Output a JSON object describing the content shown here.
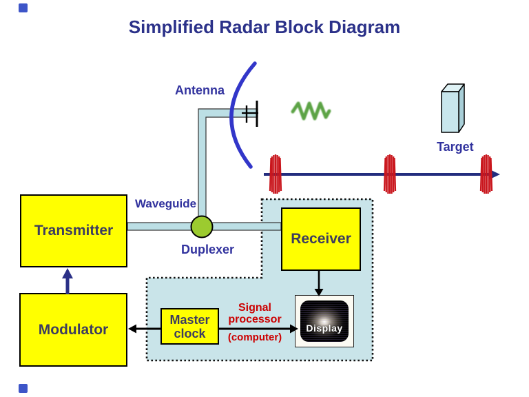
{
  "slide": {
    "title": "Simplified Radar Block Diagram"
  },
  "labels": {
    "antenna": "Antenna",
    "target": "Target",
    "waveguide": "Waveguide",
    "duplexer": "Duplexer",
    "signal_processor": {
      "line1": "Signal",
      "line2": "processor",
      "line3": "(computer)"
    }
  },
  "blocks": {
    "transmitter": "Transmitter",
    "receiver": "Receiver",
    "modulator": "Modulator",
    "master_clock": {
      "line1": "Master",
      "line2": "clock"
    },
    "display": "Display"
  },
  "colors": {
    "title_text": "#2B3189",
    "label_blue": "#31329E",
    "block_text": "#3C3C60",
    "block_fill": "#FFFF00",
    "processor_region_fill": "#C9E4E9",
    "waveguide_fill": "#BCDFE5",
    "duplexer_fill": "#9CCB2F",
    "echo_wave_green": "#5BA344",
    "pulse_red": "#C9161D",
    "beam_navy": "#232D7E",
    "arrow_blue": "#2B3087",
    "signal_processor_text": "#CC0000",
    "corner_accent": "#3D55C8",
    "target_fill": "#C8E6EC"
  }
}
